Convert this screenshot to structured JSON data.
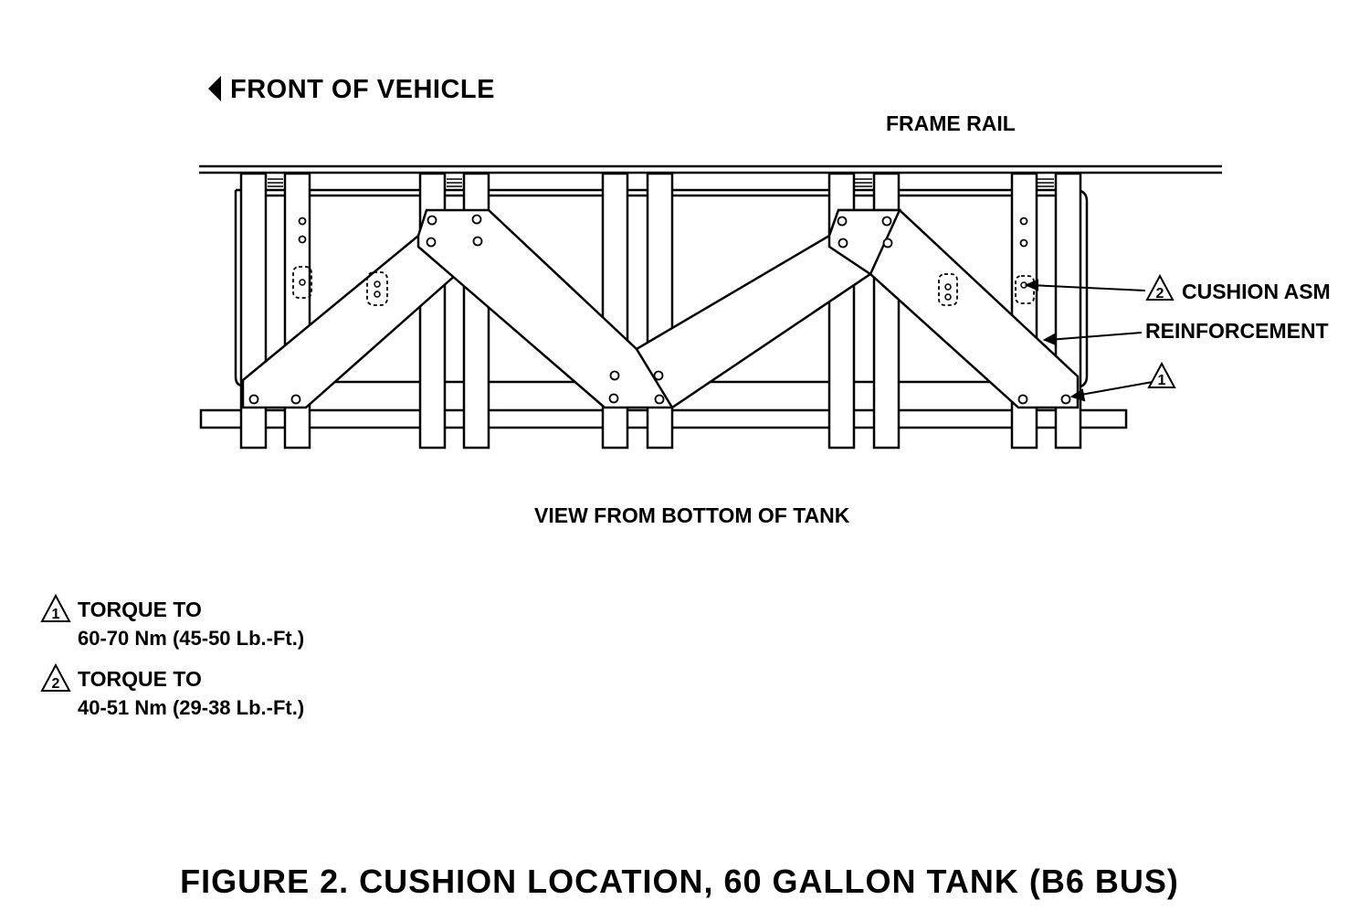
{
  "labels": {
    "front": "FRONT OF VEHICLE",
    "frame_rail": "FRAME RAIL",
    "cushion_asm": "CUSHION ASM",
    "reinforcement": "REINFORCEMENT",
    "view": "VIEW FROM BOTTOM OF TANK"
  },
  "callouts": {
    "marker_1": "1",
    "marker_2": "2"
  },
  "notes": [
    {
      "marker": "1",
      "title": "TORQUE TO",
      "value": "60-70 Nm (45-50 Lb.-Ft.)"
    },
    {
      "marker": "2",
      "title": "TORQUE TO",
      "value": "40-51 Nm (29-38 Lb.-Ft.)"
    }
  ],
  "caption": "FIGURE 2. CUSHION LOCATION, 60 GALLON TANK (B6 BUS)"
}
